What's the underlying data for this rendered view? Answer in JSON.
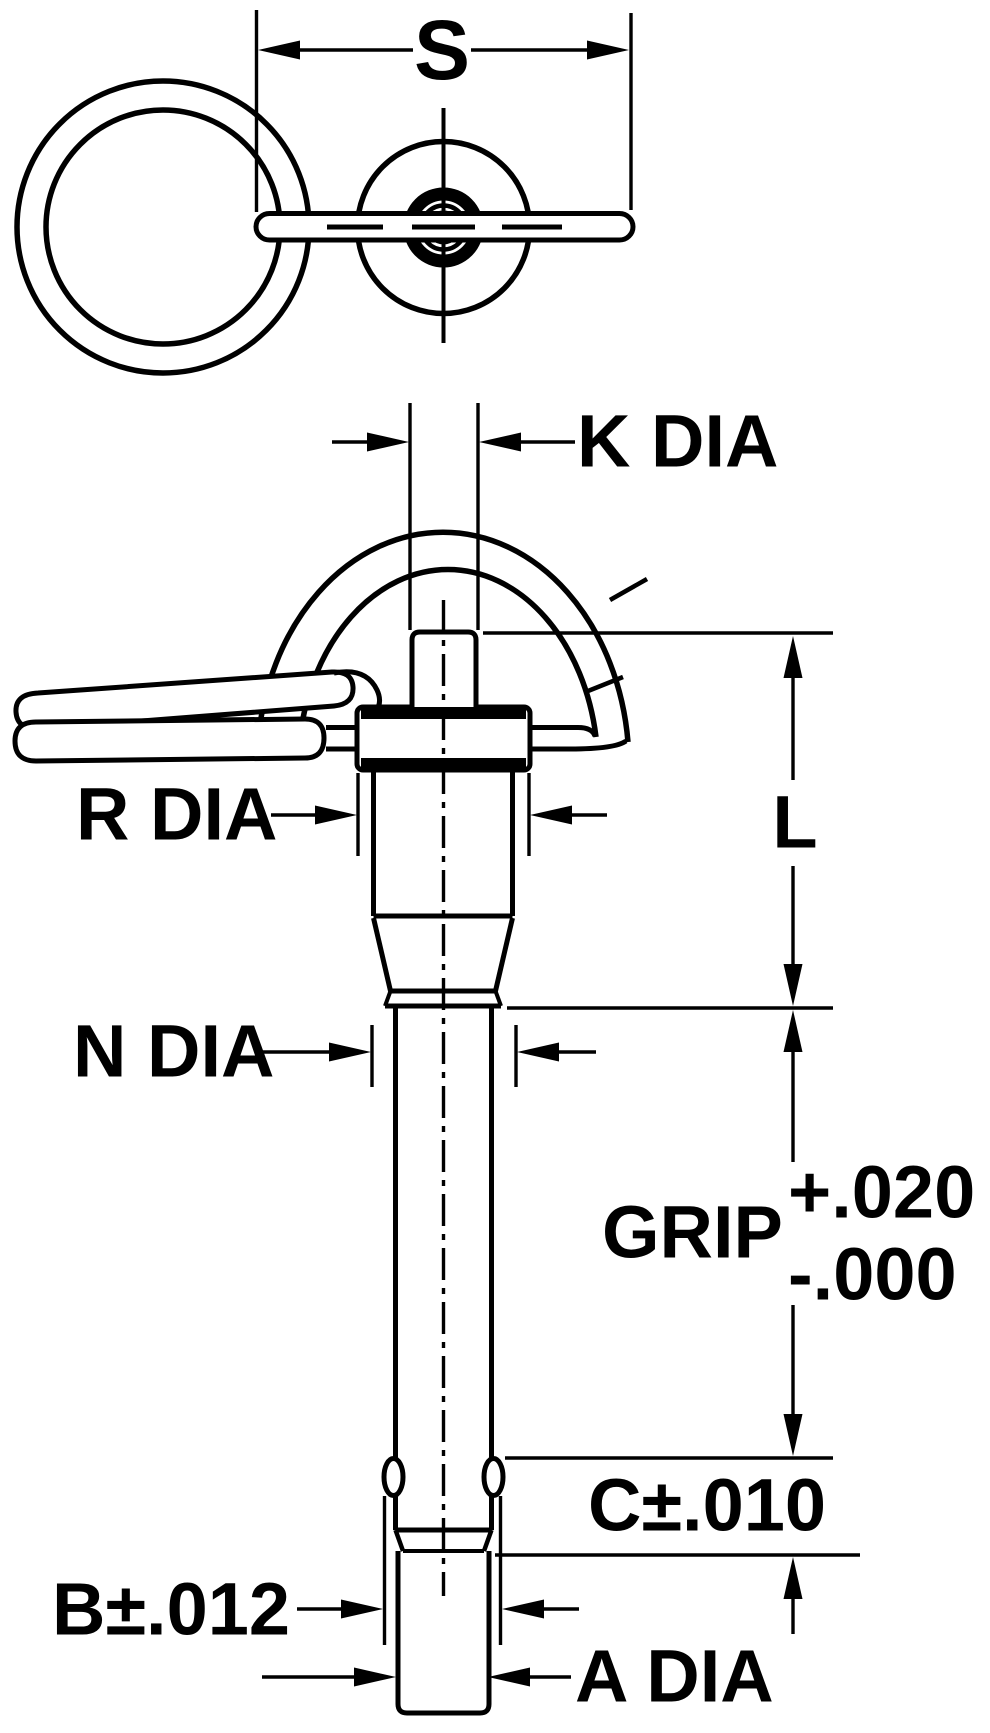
{
  "document": {
    "kind": "technical-drawing",
    "ink_color": "#000000",
    "background_color": "#ffffff"
  },
  "top_view": {
    "s_dimension": {
      "label": "S"
    }
  },
  "side_view": {
    "dimensions": {
      "k": {
        "label": "K DIA"
      },
      "r": {
        "label": "R DIA"
      },
      "l": {
        "label": "L"
      },
      "n": {
        "label": "N DIA"
      },
      "grip": {
        "label": "GRIP",
        "plus_tol": "+.020",
        "minus_tol": "-.000"
      },
      "c": {
        "label": "C±.010"
      },
      "b": {
        "label": "B±.012"
      },
      "a": {
        "label": "A DIA"
      }
    }
  }
}
